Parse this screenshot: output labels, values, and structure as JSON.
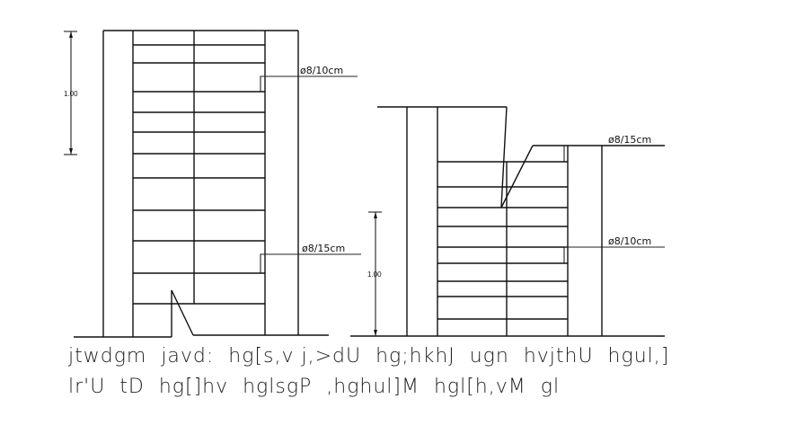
{
  "drawing": {
    "left_section": {
      "dimension_label": "1.00",
      "rebar_upper_label": "ø8/10cm",
      "rebar_lower_label": "ø8/15cm"
    },
    "right_section": {
      "dimension_label": "1.00",
      "rebar_upper_label": "ø8/15cm",
      "rebar_lower_label": "ø8/10cm"
    },
    "stroke_color": "#111111",
    "background_color": "#ffffff"
  },
  "caption": {
    "line1": "jtwdgm  javd:  hg[s,v j,>dU  hg;hkhJ  ugn  hvjthU  hgul,]",
    "line2": "lr'U  tD  hg[]hv  hglsgP  ,hghul]M  hgl[h,vM  gl"
  }
}
